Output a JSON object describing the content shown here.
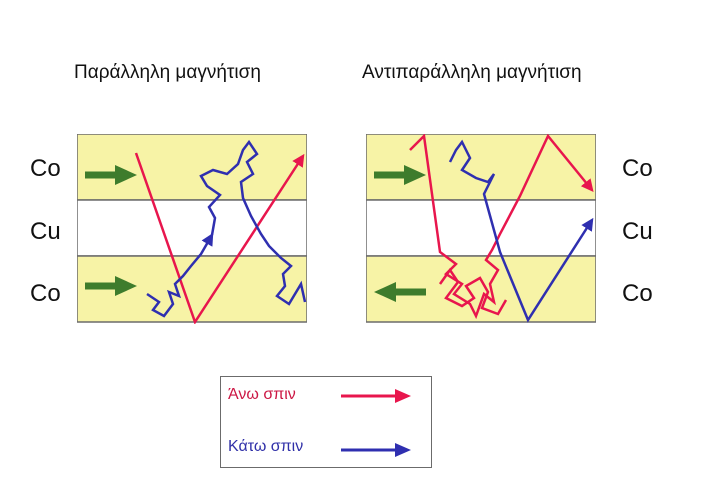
{
  "diagram": {
    "left_title": "Παράλληλη μαγνήτιση",
    "right_title": "Αντιπαράλληλη μαγνήτιση",
    "left_labels": [
      "Co",
      "Cu",
      "Co"
    ],
    "right_labels": [
      "Co",
      "Cu",
      "Co"
    ],
    "colors": {
      "ferromagnet_layer": "#f7f3a6",
      "spacer_layer": "#ffffff",
      "magnetization_arrow": "#3e7c2c",
      "spin_up": "#e8164d",
      "spin_down": "#2f2fb0",
      "border": "#6b6b6b"
    },
    "panels": [
      {
        "name": "parallel",
        "magnetization": [
          "right",
          "right"
        ]
      },
      {
        "name": "antiparallel",
        "magnetization": [
          "right",
          "left"
        ]
      }
    ]
  },
  "legend": {
    "spin_up_label": "Άνω σπιν",
    "spin_down_label": "Κάτω σπιν"
  }
}
